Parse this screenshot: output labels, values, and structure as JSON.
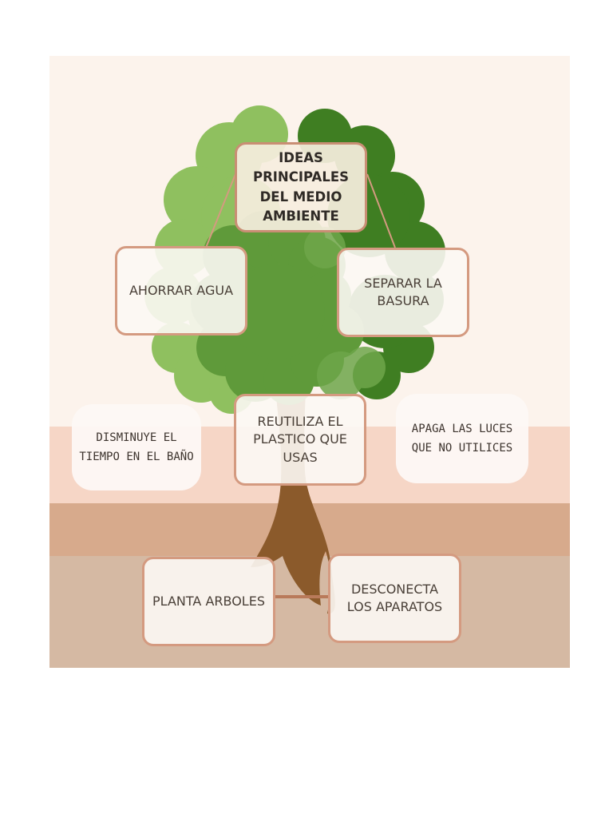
{
  "diagram": {
    "title": "IDEAS PRINCIPALES\nDEL MEDIO\nAMBIENTE",
    "ideas": {
      "ahorrar_agua": "AHORRAR AGUA",
      "separar_basura": "SEPARAR LA\nBASURA",
      "reutiliza_plastico": "REUTILIZA EL\nPLASTICO QUE\nUSAS",
      "disminuye_tiempo": "DISMINUYE EL\nTIEMPO EN EL BAÑO",
      "apaga_luces": "APAGA LAS LUCES\nQUE NO UTILICES",
      "planta_arboles": "PLANTA ARBOLES",
      "desconecta_aparatos": "DESCONECTA\nLOS APARATOS"
    },
    "colors": {
      "background": "#fcf3ec",
      "band_light": "#f6d6c6",
      "band_mid": "#d7aa8c",
      "band_ground": "#d5b9a3",
      "foliage_light": "#8fc05f",
      "foliage_mid": "#5f9a3a",
      "foliage_dark": "#3f7e22",
      "trunk": "#8b5a2b",
      "box_border": "#d49a80"
    }
  }
}
